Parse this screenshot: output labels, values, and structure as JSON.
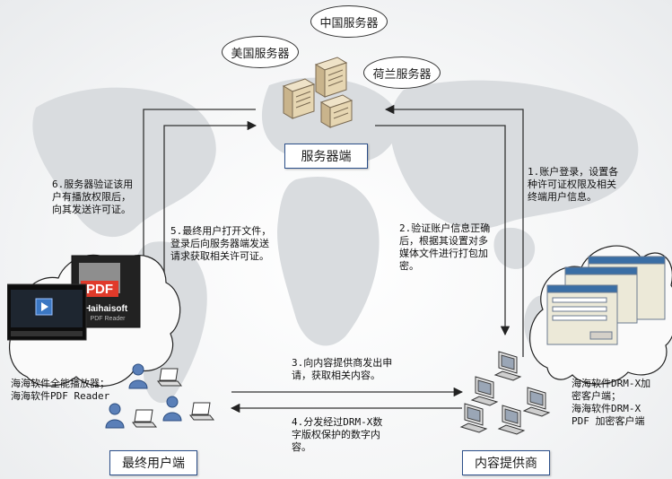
{
  "servers": {
    "china": "中国服务器",
    "usa": "美国服务器",
    "netherlands": "荷兰服务器"
  },
  "nodes": {
    "server": "服务器端",
    "end_user": "最终用户端",
    "provider": "内容提供商"
  },
  "steps": {
    "s1": "1.账户登录，设置各\n种许可证权限及相关\n终端用户信息。",
    "s2": "2.验证账户信息正确\n后，根据其设置对多\n媒体文件进行打包加\n密。",
    "s3": "3.向内容提供商发出申\n请，获取相关内容。",
    "s4": "4.分发经过DRM-X数\n字版权保护的数字内\n容。",
    "s5": "5.最终用户打开文件，\n登录后向服务器端发送\n请求获取相关许可证。",
    "s6": "6.服务器验证该用\n户有播放权限后，\n向其发送许可证。"
  },
  "clients": {
    "player": "海海软件全能播放器；\n海海软件PDF Reader",
    "encryptor": "海海软件DRM-X加\n密客户端；\n海海软件DRM-X\nPDF 加密客户端"
  },
  "thumb_text": {
    "pdf_badge": "PDF",
    "brand": "Haihaisoft",
    "reader": "PDF Reader"
  },
  "icons": {
    "server_racks": "server-rack-icon",
    "users": "user-icon",
    "laptops": "laptop-icon",
    "computers": "desktop-computer-icon"
  },
  "colors": {
    "box_border": "#2c4f8a",
    "line": "#333333"
  }
}
